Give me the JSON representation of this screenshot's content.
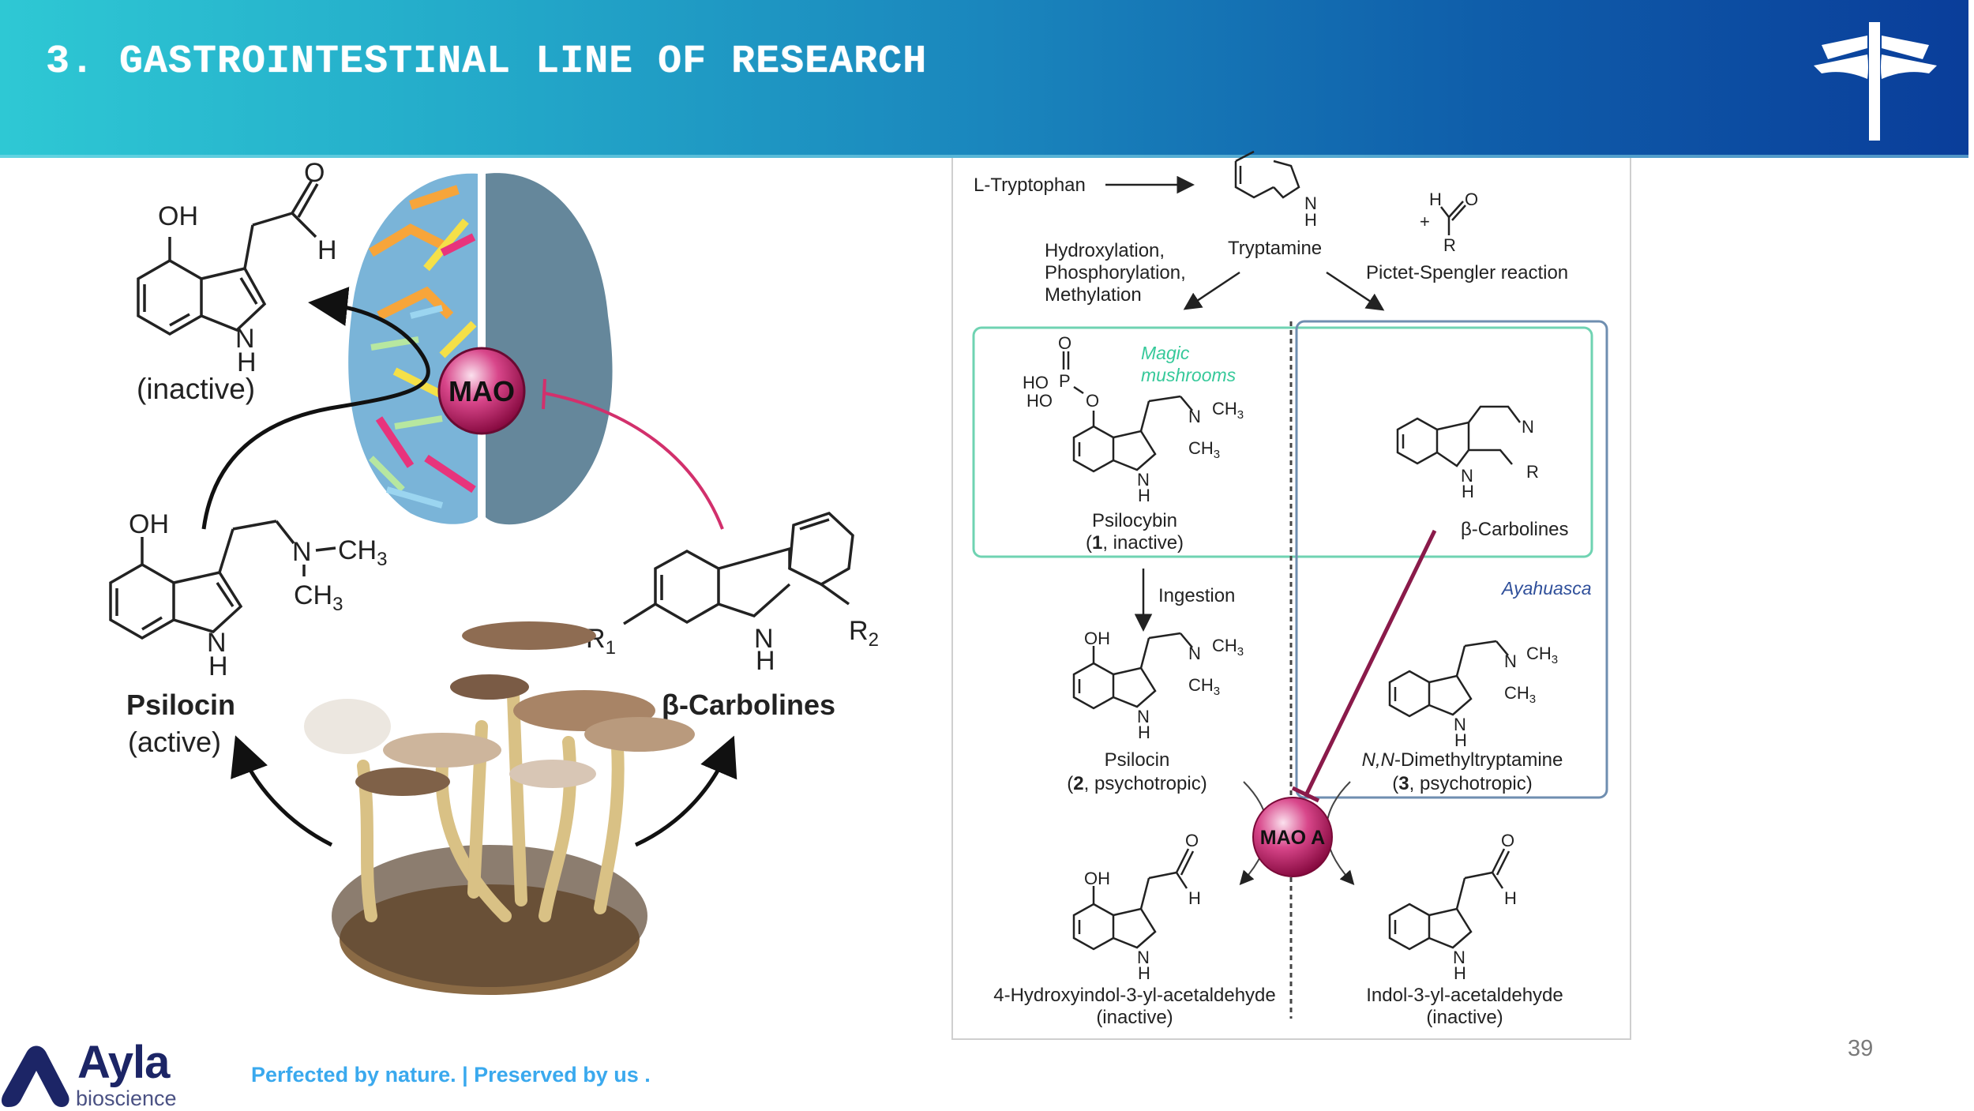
{
  "header": {
    "title": "3. GASTROINTESTINAL LINE OF RESEARCH",
    "logo_icon": "palm-tree-logo-icon"
  },
  "left_figure": {
    "top_product": {
      "oh": "OH",
      "o": "O",
      "h": "H",
      "nh_n": "N",
      "nh_h": "H",
      "label": "(inactive)"
    },
    "enzyme": "MAO",
    "psilocin": {
      "oh": "OH",
      "n": "N",
      "ch3_a": "CH",
      "ch3_b": "CH",
      "sub": "3",
      "nh_n": "N",
      "nh_h": "H",
      "name": "Psilocin",
      "state": "(active)"
    },
    "carbolines": {
      "r1": "R",
      "r1_sub": "1",
      "r2": "R",
      "r2_sub": "2",
      "nh_n": "N",
      "nh_h": "H",
      "name": "β-Carbolines"
    },
    "image_label": "mushroom-cluster-image"
  },
  "right_figure": {
    "l_tryptophan": "L-Tryptophan",
    "tryptamine": "Tryptamine",
    "tryptamine_nh": {
      "n": "N",
      "h": "H"
    },
    "aldehyde": {
      "plus": "+",
      "h": "H",
      "o": "O",
      "r": "R"
    },
    "left_branch_steps": [
      "Hydroxylation,",
      "Phosphorylation,",
      "Methylation"
    ],
    "right_branch_step": "Pictet-Spengler reaction",
    "magic_mushrooms": [
      "Magic",
      "mushrooms"
    ],
    "psilocybin": {
      "o": "O",
      "ho1": "HO",
      "p": "P",
      "ho2": "HO",
      "o2": "O",
      "n": "N",
      "ch3": "CH",
      "sub": "3",
      "nh_n": "N",
      "nh_h": "H",
      "name": "Psilocybin",
      "num": "1",
      "desc": ", inactive)"
    },
    "beta_carbolines": {
      "n": "N",
      "r": "R",
      "nh_n": "N",
      "nh_h": "H",
      "name": "β-Carbolines"
    },
    "ingestion": "Ingestion",
    "ayahuasca": "Ayahuasca",
    "psilocin": {
      "oh": "OH",
      "n": "N",
      "ch3": "CH",
      "sub": "3",
      "nh_n": "N",
      "nh_h": "H",
      "name": "Psilocin",
      "num": "2",
      "desc": ", psychotropic)"
    },
    "dmt": {
      "n": "N",
      "ch3": "CH",
      "sub": "3",
      "nh_n": "N",
      "nh_h": "H",
      "name_it": "N,N",
      "name_rest": "-Dimethyltryptamine",
      "num": "3",
      "desc": ", psychotropic)"
    },
    "enzyme": "MAO A",
    "product_left": {
      "oh": "OH",
      "o": "O",
      "h": "H",
      "nh_n": "N",
      "nh_h": "H",
      "name": "4-Hydroxyindol-3-yl-acetaldehyde",
      "state": "(inactive)"
    },
    "product_right": {
      "o": "O",
      "h": "H",
      "nh_n": "N",
      "nh_h": "H",
      "name": "Indol-3-yl-acetaldehyde",
      "state": "(inactive)"
    },
    "colors": {
      "green_box": "#6fd3b2",
      "blue_box": "#6f8eb0",
      "inhibit_arrow": "#8a1a4a",
      "magic_text": "#36c99a",
      "ayahuasca_text": "#2f4f9a"
    }
  },
  "footer": {
    "brand": "Ayla",
    "brand_sub": "bioscience",
    "tagline": "Perfected by nature. | Preserved by us .",
    "page_number": "39"
  },
  "colors": {
    "header_start": "#2ec8d4",
    "header_end": "#0a3d9a",
    "enzyme_sphere": "#b8185e",
    "brand_navy": "#1c2566",
    "tagline": "#3aa9ee"
  }
}
